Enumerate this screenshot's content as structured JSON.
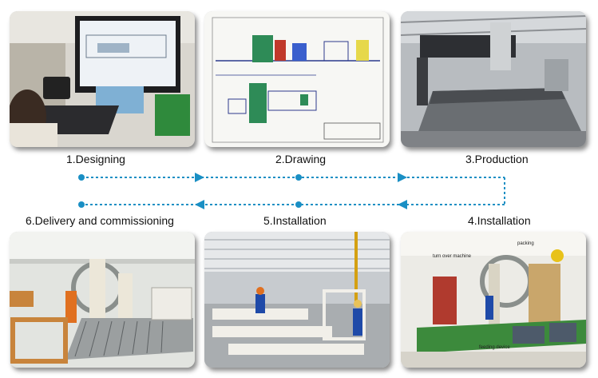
{
  "steps": [
    {
      "label": "1.Designing"
    },
    {
      "label": "2.Drawing"
    },
    {
      "label": "3.Production"
    },
    {
      "label": "4.Installation"
    },
    {
      "label": "5.Installation"
    },
    {
      "label": "6.Delivery and commissioning"
    }
  ],
  "photo_texts": {
    "turn_over_machine": "turn over machine",
    "packing": "packing",
    "feeding_device": "feeding device"
  },
  "colors": {
    "flow_line": "#1a8fc4",
    "flow_dot": "#1a8fc4"
  }
}
